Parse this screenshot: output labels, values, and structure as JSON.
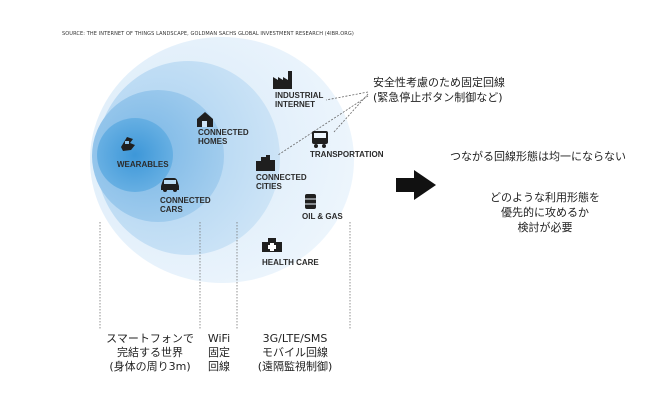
{
  "source": "SOURCE: THE INTERNET OF THINGS LANDSCAPE, GOLDMAN SACHS GLOBAL INVESTMENT RESEARCH (4IBR.ORG)",
  "rings": [
    {
      "label": "WEARABLES",
      "icon": "wearable-icon"
    },
    {
      "label": "CONNECTED CARS",
      "icon": "car-icon"
    },
    {
      "label": "CONNECTED HOMES",
      "icon": "home-icon"
    },
    {
      "label": "CONNECTED CITIES",
      "icon": "city-icon"
    },
    {
      "label": "INDUSTRIAL INTERNET",
      "icon": "factory-icon"
    },
    {
      "label": "TRANSPORTATION",
      "icon": "bus-icon"
    },
    {
      "label": "OIL & GAS",
      "icon": "barrel-icon"
    },
    {
      "label": "HEALTH CARE",
      "icon": "medical-icon"
    }
  ],
  "safety_note": [
    "安全性考慮のため固定回線",
    "(緊急停止ボタン制御など)"
  ],
  "segments": {
    "smartphone": [
      "スマートフォンで",
      "完結する世界",
      "(身体の周り3m)"
    ],
    "wifi": [
      "WiFi",
      "固定",
      "回線"
    ],
    "mobile": [
      "3G/LTE/SMS",
      "モバイル回線",
      "(遠隔監視制御)"
    ]
  },
  "arrow": "right-arrow-icon",
  "note_uneven": "つながる回線形態は均一にならない",
  "note_priority": [
    "どのような利用形態を",
    "優先的に攻めるか",
    "検討が必要"
  ],
  "colors": {
    "ring_outer": "#e3f0fb",
    "ring_mid": "#bcdcf3",
    "ring_inner": "#8ec3ea",
    "ring_core": "#5aa8de",
    "label": "#2b2b2b"
  }
}
